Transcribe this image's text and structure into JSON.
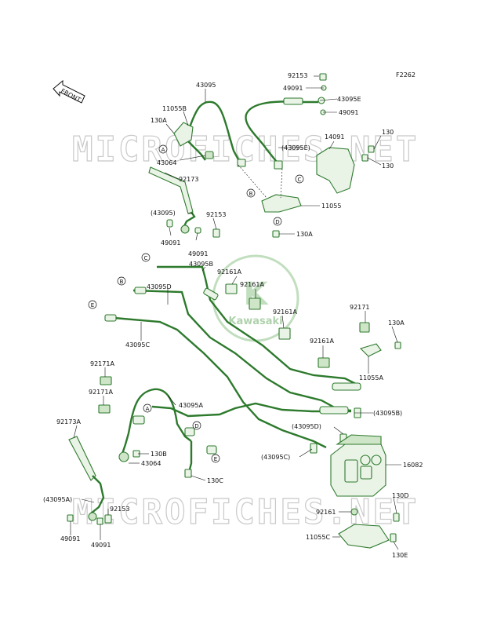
{
  "figure_code": "F2262",
  "front_label": "FRONT",
  "watermark": "MICROFICHES.NET",
  "logo_text": "Kawasaki",
  "labels": {
    "p43095_top": "43095",
    "p11055B": "11055B",
    "p130A_a": "130A",
    "p43064_a": "43064",
    "p92173": "92173",
    "p43095_paren_a": "(43095)",
    "p92153_a": "92153",
    "p49091_a": "49091",
    "p49091_b": "49091",
    "p43095B": "43095B",
    "p92153_b": "92153",
    "p49091_c": "49091",
    "p43095E": "43095E",
    "p49091_d": "49091",
    "p43095E_paren": "(43095E)",
    "p14091": "14091",
    "p130_a": "130",
    "p130_b": "130",
    "p11055": "11055",
    "p130A_b": "130A",
    "p92161A_a": "92161A",
    "p92161A_b": "92161A",
    "p43095D": "43095D",
    "p92161A_c": "92161A",
    "p92171": "92171",
    "p130A_c": "130A",
    "p43095C": "43095C",
    "p92161A_d": "92161A",
    "p11055A": "11055A",
    "p92171A_a": "92171A",
    "p92171A_b": "92171A",
    "p43095A": "43095A",
    "p43095B_paren": "(43095B)",
    "p92173A": "92173A",
    "p43095D_paren": "(43095D)",
    "p130B": "130B",
    "p43064_b": "43064",
    "p43095C_paren": "(43095C)",
    "p16082": "16082",
    "p130C": "130C",
    "p43095A_paren": "(43095A)",
    "p92153_c": "92153",
    "p130D": "130D",
    "p92161": "92161",
    "p49091_e": "49091",
    "p49091_f": "49091",
    "p11055C": "11055C",
    "p130E": "130E"
  },
  "callouts": {
    "A_top": "A",
    "B_top": "B",
    "C_top": "C",
    "D_top": "D",
    "C_mid": "C",
    "B_mid": "B",
    "E_mid": "E",
    "A_low": "A",
    "D_low": "D",
    "E_low": "E"
  }
}
